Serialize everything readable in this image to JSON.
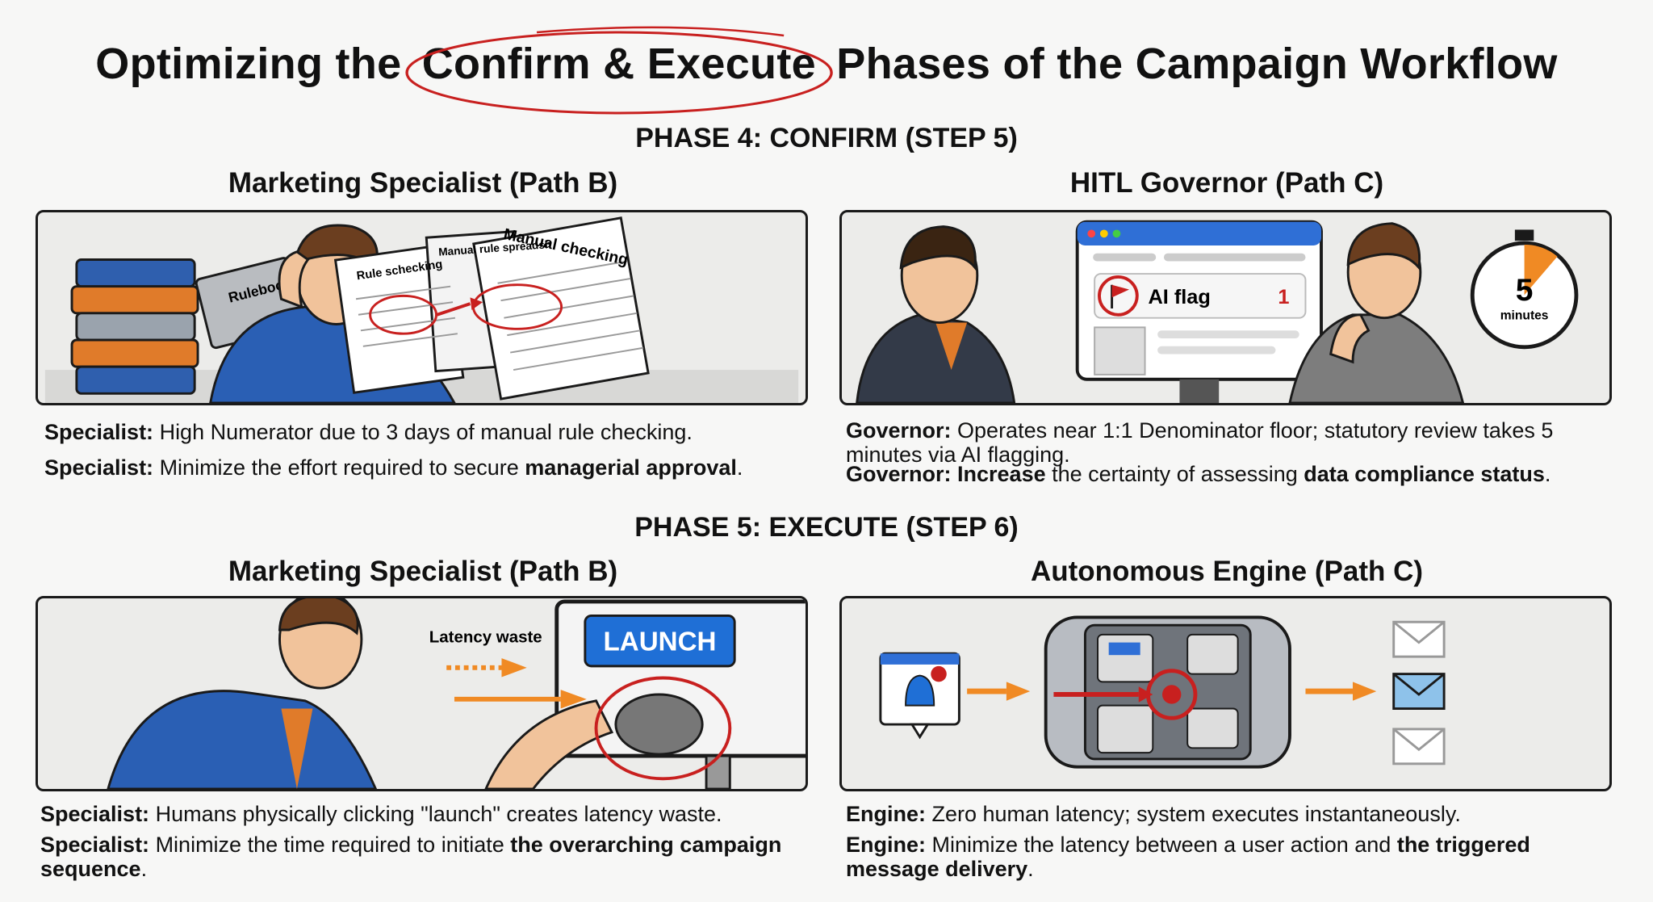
{
  "title": {
    "before": "Optimizing the",
    "circled": "Confirm & Execute",
    "after": "Phases of the Campaign Workflow"
  },
  "phases": [
    {
      "label": "PHASE 4: CONFIRM (STEP 5)",
      "left": {
        "heading": "Marketing Specialist (Path B)",
        "art": {
          "rulebooks": "Rulebooks",
          "doc1": "Rule schecking",
          "doc2": "Manual rule spreadsh",
          "doc3": "Manual checking"
        },
        "captions": [
          {
            "actor": "Specialist:",
            "text": " High Numerator due to 3 days of manual rule checking.",
            "bold": "",
            "end": ""
          },
          {
            "actor": "Specialist:",
            "text": " Minimize the effort required to secure ",
            "bold": "managerial approval",
            "end": "."
          }
        ]
      },
      "right": {
        "heading": "HITL Governor (Path C)",
        "art": {
          "flag_label": "AI flag",
          "flag_count": "1",
          "timer_value": "5",
          "timer_unit": "minutes"
        },
        "captions": [
          {
            "actor": "Governor:",
            "text": " Operates near 1:1 Denominator floor; statutory review takes 5 minutes via AI flagging.",
            "bold": "",
            "end": ""
          },
          {
            "actor": "Governor: Increase",
            "text": " the certainty of assessing ",
            "bold": "data compliance status",
            "end": "."
          }
        ]
      }
    },
    {
      "label": "PHASE 5: EXECUTE (STEP 6)",
      "left": {
        "heading": "Marketing Specialist (Path B)",
        "art": {
          "latency_label": "Latency waste",
          "launch_label": "LAUNCH"
        },
        "captions": [
          {
            "actor": "Specialist:",
            "text": " Humans physically clicking \"launch\" creates latency waste.",
            "bold": "",
            "end": ""
          },
          {
            "actor": "Specialist:",
            "text": " Minimize the time required to initiate ",
            "bold": "the overarching campaign sequence",
            "end": "."
          }
        ]
      },
      "right": {
        "heading": "Autonomous Engine (Path C)",
        "art": {},
        "captions": [
          {
            "actor": "Engine:",
            "text": " Zero human latency; system executes instantaneously.",
            "bold": "",
            "end": ""
          },
          {
            "actor": "Engine:",
            "text": " Minimize the latency between a user action and ",
            "bold": "the triggered message delivery",
            "end": "."
          }
        ]
      }
    }
  ],
  "colors": {
    "accent_red": "#c8201f",
    "accent_orange": "#f08a24",
    "accent_blue": "#1f6fd6",
    "suit_blue": "#2a5fb4",
    "panel_bg": "#ececea",
    "border": "#1a1a1a"
  },
  "icons": [
    "books-icon",
    "document-icon",
    "red-flag-icon",
    "stopwatch-icon",
    "launch-button-icon",
    "mouse-icon",
    "bell-icon",
    "engine-icon",
    "envelope-icon",
    "arrow-icon"
  ]
}
